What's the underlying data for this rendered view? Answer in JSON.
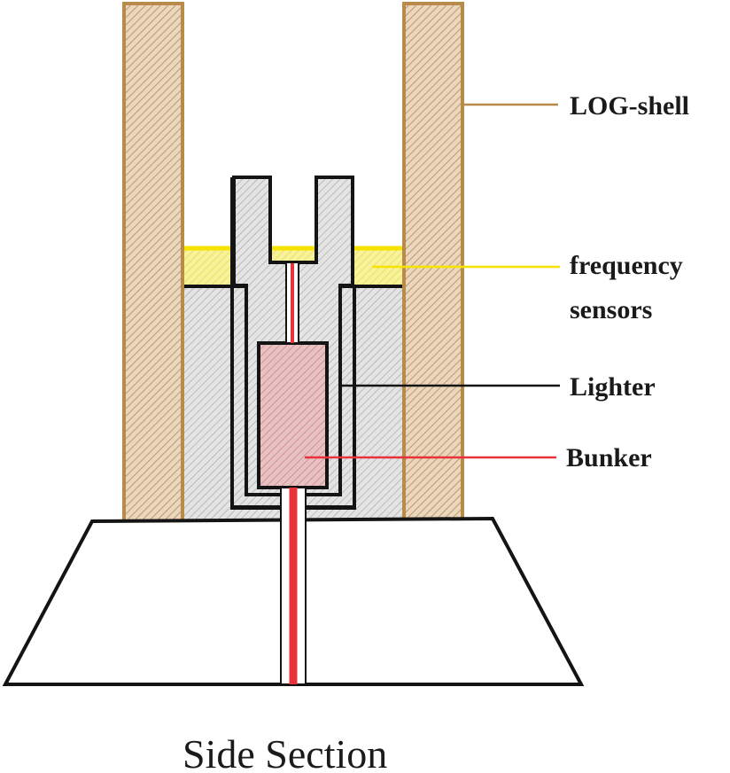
{
  "diagram": {
    "caption": "Side Section",
    "labels": {
      "log_shell": "LOG-shell",
      "frequency_line1": "frequency",
      "frequency_line2": "sensors",
      "lighter": "Lighter",
      "bunker": "Bunker"
    },
    "colors": {
      "log_shell_border": "#b88b4a",
      "log_shell_fill": "#ead7bd",
      "hatch_brown": "#b08a5c",
      "frequency_line": "#f4e400",
      "frequency_fill": "#f8f29c",
      "inner_fill": "#e4e4e4",
      "hatch_gray": "#a9a9a9",
      "bunker_fill": "#e7c2c3",
      "hatch_red": "#cf7f85",
      "red_wire": "#e8323c",
      "outline": "#141414"
    }
  }
}
